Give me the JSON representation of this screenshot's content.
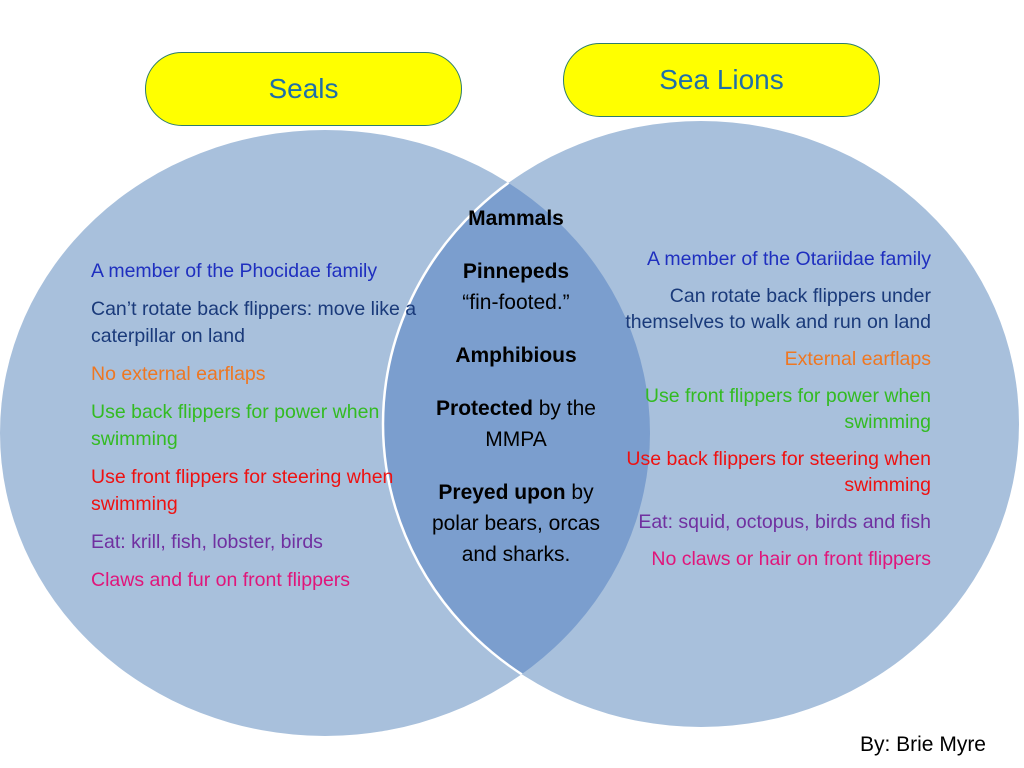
{
  "colors": {
    "circle_fill": "#a8c0dc",
    "overlap_fill": "#7b9ece",
    "pill_fill": "#ffff00",
    "pill_text": "#1f6fa8",
    "blue": "#1f2fbf",
    "navy": "#1a3a7a",
    "orange": "#ee7722",
    "green": "#33bb22",
    "red": "#ee1111",
    "purple": "#7030a0",
    "magenta": "#e0157a"
  },
  "seals": {
    "title": "Seals",
    "facts": [
      {
        "text": "A member of the Phocidae family",
        "color": "#1f2fbf"
      },
      {
        "text": "Can’t rotate back flippers: move like a caterpillar on land",
        "color": "#1a3a7a"
      },
      {
        "text": "No external earflaps",
        "color": "#ee7722"
      },
      {
        "text": "Use back flippers for power when swimming",
        "color": "#33bb22"
      },
      {
        "text": "Use front flippers for steering when swimming",
        "color": "#ee1111"
      },
      {
        "text": "Eat: krill, fish, lobster, birds",
        "color": "#7030a0"
      },
      {
        "text": "Claws and fur on front flippers",
        "color": "#e0157a"
      }
    ]
  },
  "sea_lions": {
    "title": "Sea Lions",
    "facts": [
      {
        "text": "A member of the Otariidae family",
        "color": "#1f2fbf"
      },
      {
        "text": "Can rotate back flippers under themselves to walk and run on land",
        "color": "#1a3a7a"
      },
      {
        "text": "External earflaps",
        "color": "#ee7722"
      },
      {
        "text": "Use front flippers for power when swimming",
        "color": "#33bb22"
      },
      {
        "text": "Use back flippers for steering when swimming",
        "color": "#ee1111"
      },
      {
        "text": "Eat: squid, octopus, birds and fish",
        "color": "#7030a0"
      },
      {
        "text": "No claws or hair on front flippers",
        "color": "#e0157a"
      }
    ]
  },
  "both": {
    "mammals": "Mammals",
    "pinnepeds": "Pinnepeds",
    "fin_footed": "“fin-footed.”",
    "amphibious": "Amphibious",
    "protected_bold": "Protected",
    "protected_rest": " by the MMPA",
    "preyed_bold": "Preyed upon",
    "preyed_rest": " by polar bears, orcas and sharks."
  },
  "author": "By: Brie Myre"
}
